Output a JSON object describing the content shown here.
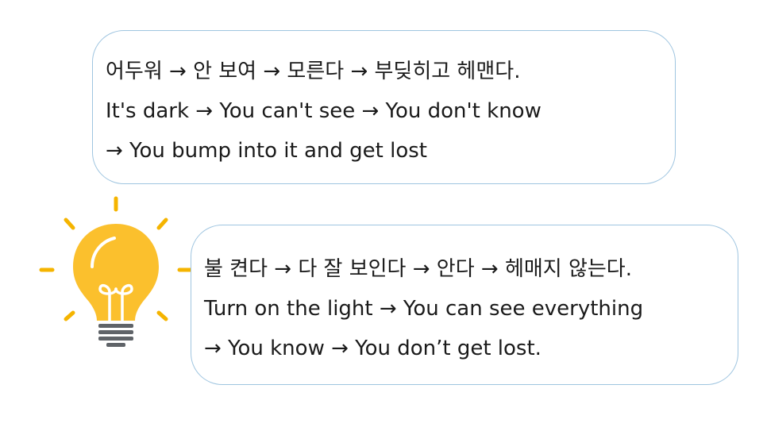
{
  "top_bubble": {
    "line1": "어두워 → 안 보여 → 모른다 → 부딪히고 헤맨다.",
    "line2": "It's dark → You can't see → You don't know",
    "line3": "→ You bump into it and get lost"
  },
  "bottom_bubble": {
    "line1": "불 켠다 → 다 잘 보인다 → 안다 → 헤매지 않는다.",
    "line2": "Turn on the light → You can see everything",
    "line3": "→ You know → You don’t get lost."
  },
  "colors": {
    "bubble_border": "#9fc5e0",
    "bulb_yellow": "#fbc02d",
    "bulb_ray": "#f5b400",
    "bulb_base": "#5f6368"
  },
  "icons": {
    "bulb": "light-bulb-icon"
  }
}
